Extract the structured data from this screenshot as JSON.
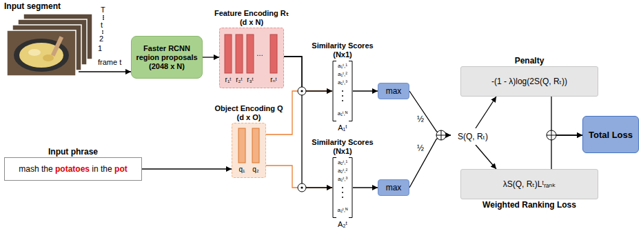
{
  "diagram": {
    "nodes": [
      {
        "text": [
          "Faster RCNN region proposals (2048 x N)"
        ]
      },
      {
        "text": [
          "Feature Encoding Rₜ",
          "(d x N)"
        ]
      },
      {
        "text": [
          "Object Encoding Q",
          "(d x O)"
        ]
      },
      {
        "text": [
          "Input phrase",
          "mash the potatoes in the pot"
        ]
      },
      {
        "text": [
          "Similarity Scores",
          "(Nx1)",
          "a₁ᵗ,¹",
          "a₁ᵗ,²",
          "a₁ᵗ,³",
          "a₁ᵗ,ᴺ",
          "A₁ᵗ"
        ]
      },
      {
        "text": [
          "Similarity Scores",
          "(Nx1)",
          "a₂ᵗ,¹",
          "a₂ᵗ,²",
          "a₂ᵗ,³",
          "a₂ᵗ,ᴺ",
          "A₂ᵗ"
        ]
      },
      {
        "text": [
          "max"
        ]
      },
      {
        "text": [
          "max"
        ]
      },
      {
        "text": [
          "S(Q, Rₜ)"
        ]
      },
      {
        "text": [
          "Penalty",
          "-(1 - λ)log(2S(Q, Rₜ))"
        ]
      },
      {
        "text": [
          "λS(Q, Rₜ)Lᵗᵣₐₙₖ",
          "Weighted Ranking Loss"
        ]
      },
      {
        "text": [
          "Total Loss"
        ]
      }
    ],
    "edges": [
      {
        "from": 0,
        "to": 1,
        "arrow": "to"
      },
      {
        "from": 3,
        "to": 2,
        "arrow": "to"
      },
      {
        "from": 1,
        "to": 4,
        "arrow": "to"
      },
      {
        "from": 1,
        "to": 5,
        "arrow": "to"
      },
      {
        "from": 2,
        "to": 4,
        "arrow": "to"
      },
      {
        "from": 2,
        "to": 5,
        "arrow": "to"
      },
      {
        "from": 4,
        "to": 6,
        "arrow": "to"
      },
      {
        "from": 5,
        "to": 7,
        "arrow": "to"
      },
      {
        "from": 6,
        "to": 8,
        "label": "½",
        "arrow": "to"
      },
      {
        "from": 7,
        "to": 8,
        "label": "½",
        "arrow": "to"
      },
      {
        "from": 8,
        "to": 9,
        "arrow": "to"
      },
      {
        "from": 8,
        "to": 10,
        "arrow": "to"
      },
      {
        "from": 9,
        "to": 11,
        "arrow": "to"
      },
      {
        "from": 10,
        "to": 11,
        "arrow": "to"
      }
    ],
    "labels": [
      "Input segment",
      "T",
      "t",
      "2",
      "1",
      "frame t",
      "r₁ᵗ",
      "r₂ᵗ",
      "r₃ᵗ",
      "…",
      "rₙᵗ",
      "q₁",
      "q₂"
    ]
  }
}
